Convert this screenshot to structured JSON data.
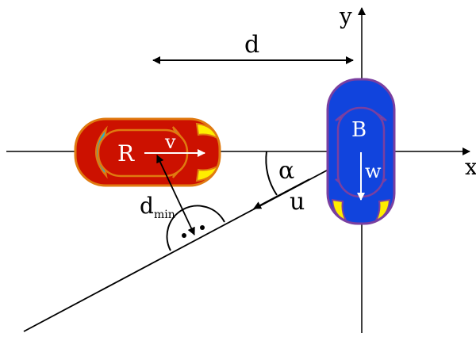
{
  "labels": {
    "axis_x": "x",
    "axis_y": "y",
    "distance": "d",
    "min_distance_main": "d",
    "min_distance_sub": "min",
    "angle": "α",
    "relative_velocity": "u",
    "car_red": "R",
    "car_red_velocity": "v",
    "car_blue": "B",
    "car_blue_velocity": "w"
  },
  "colors": {
    "red_body": "#cc1100",
    "red_outline": "#e07a10",
    "red_inner": "#cc1100",
    "blue_body": "#1144dd",
    "blue_outline": "#7a3fa0",
    "cyan": "#22b0d0",
    "headlight": "#ffee00",
    "line": "#000000",
    "white_arrow": "#ffffff"
  },
  "icons": {
    "right_angle_marker": "right-angle-dots-icon"
  }
}
